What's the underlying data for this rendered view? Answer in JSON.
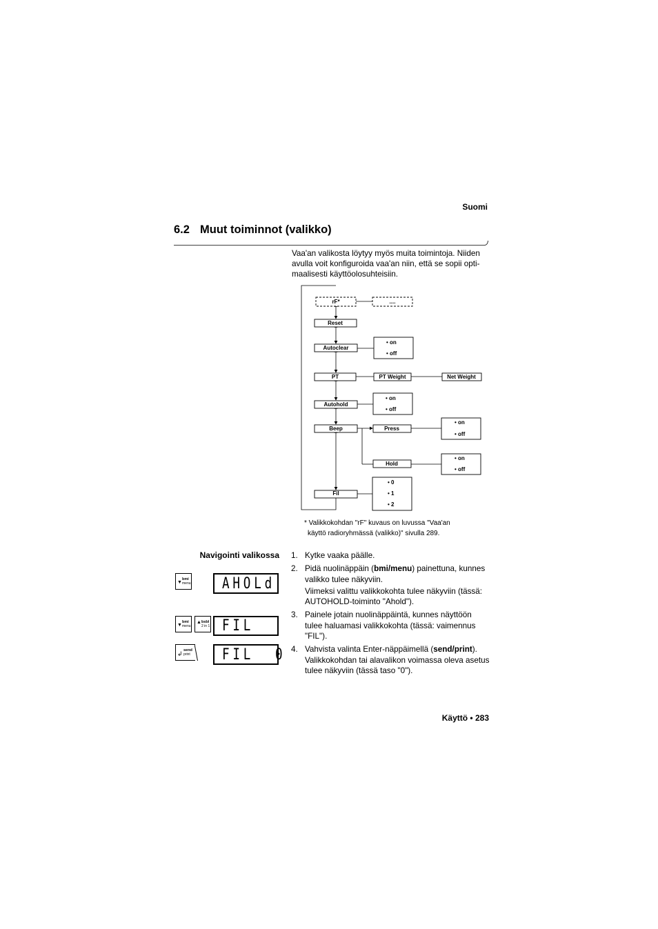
{
  "header": {
    "language": "Suomi"
  },
  "section": {
    "number": "6.2",
    "title": "Muut toiminnot (valikko)"
  },
  "intro": [
    "Vaa'an valikosta löytyy myös muita toimintoja. Niiden",
    "avulla voit konfiguroida vaa'an niin, että se sopii opti-",
    "maalisesti käyttöolosuhteisiin."
  ],
  "diagram": {
    "rf": "rF*",
    "dots": "....",
    "reset": "Reset",
    "autoclear": "Autoclear",
    "pt": "PT",
    "pt_weight": "PT Weight",
    "net_weight": "Net Weight",
    "autohold": "Autohold",
    "beep": "Beep",
    "press": "Press",
    "hold": "Hold",
    "fil": "Fil",
    "on": "• on",
    "off": "• off",
    "v0": "• 0",
    "v1": "• 1",
    "v2": "• 2"
  },
  "footnote": [
    "* Valikkokohdan \"rF\" kuvaus on luvussa \"Vaa'an",
    "käyttö radioryhmässä (valikko)\" sivulla 289."
  ],
  "navigation": {
    "heading": "Navigointi valikossa",
    "steps": [
      {
        "n": "1.",
        "lines": [
          "Kytke vaaka päälle."
        ]
      },
      {
        "n": "2.",
        "pre": "Pidä nuolinäppäin (",
        "bold": "bmi/menu",
        "post": ") painettuna, kunnes",
        "lines": [
          "valikko tulee näkyviin."
        ],
        "sub": [
          "Viimeksi valittu valikkokohta tulee näkyviin (tässä:",
          "AUTOHOLD-toiminto \"Ahold\")."
        ]
      },
      {
        "n": "3.",
        "lines": [
          "Painele jotain nuolinäppäintä, kunnes näyttöön",
          "tulee haluamasi valikkokohta (tässä: vaimennus",
          "\"FIL\")."
        ]
      },
      {
        "n": "4.",
        "pre": "Vahvista valinta Enter-näppäimellä (",
        "bold": "send/print",
        "post": ").",
        "lines": [
          "Valikkokohdan tai alavalikon voimassa oleva asetus",
          "tulee näkyviin (tässä taso \"0\")."
        ]
      }
    ]
  },
  "keys": {
    "bmi_top": "bmi",
    "bmi_bottom": "menu",
    "bmi_symbol": "▼",
    "bsbl_top": "bsbl",
    "bsbl_bottom": "2 in 1",
    "bsbl_symbol": "▲",
    "send_top": "send",
    "send_bottom": "print",
    "send_symbol": "↲"
  },
  "displays": {
    "d1": "AHOLd",
    "d2": "FIL",
    "d3": "FIL  0"
  },
  "footer": {
    "page": "Käyttö • 283"
  }
}
